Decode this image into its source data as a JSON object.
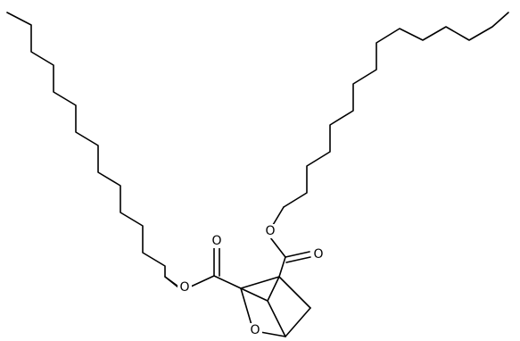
{
  "diagram": {
    "type": "skeletal-structure",
    "atom_labels": {
      "ester_o_left": "O",
      "carbonyl_o_left": "O",
      "ester_o_right": "O",
      "carbonyl_o_right": "O",
      "bridge_o": "O"
    },
    "colors": {
      "bond": "#000000",
      "background": "#ffffff"
    }
  }
}
